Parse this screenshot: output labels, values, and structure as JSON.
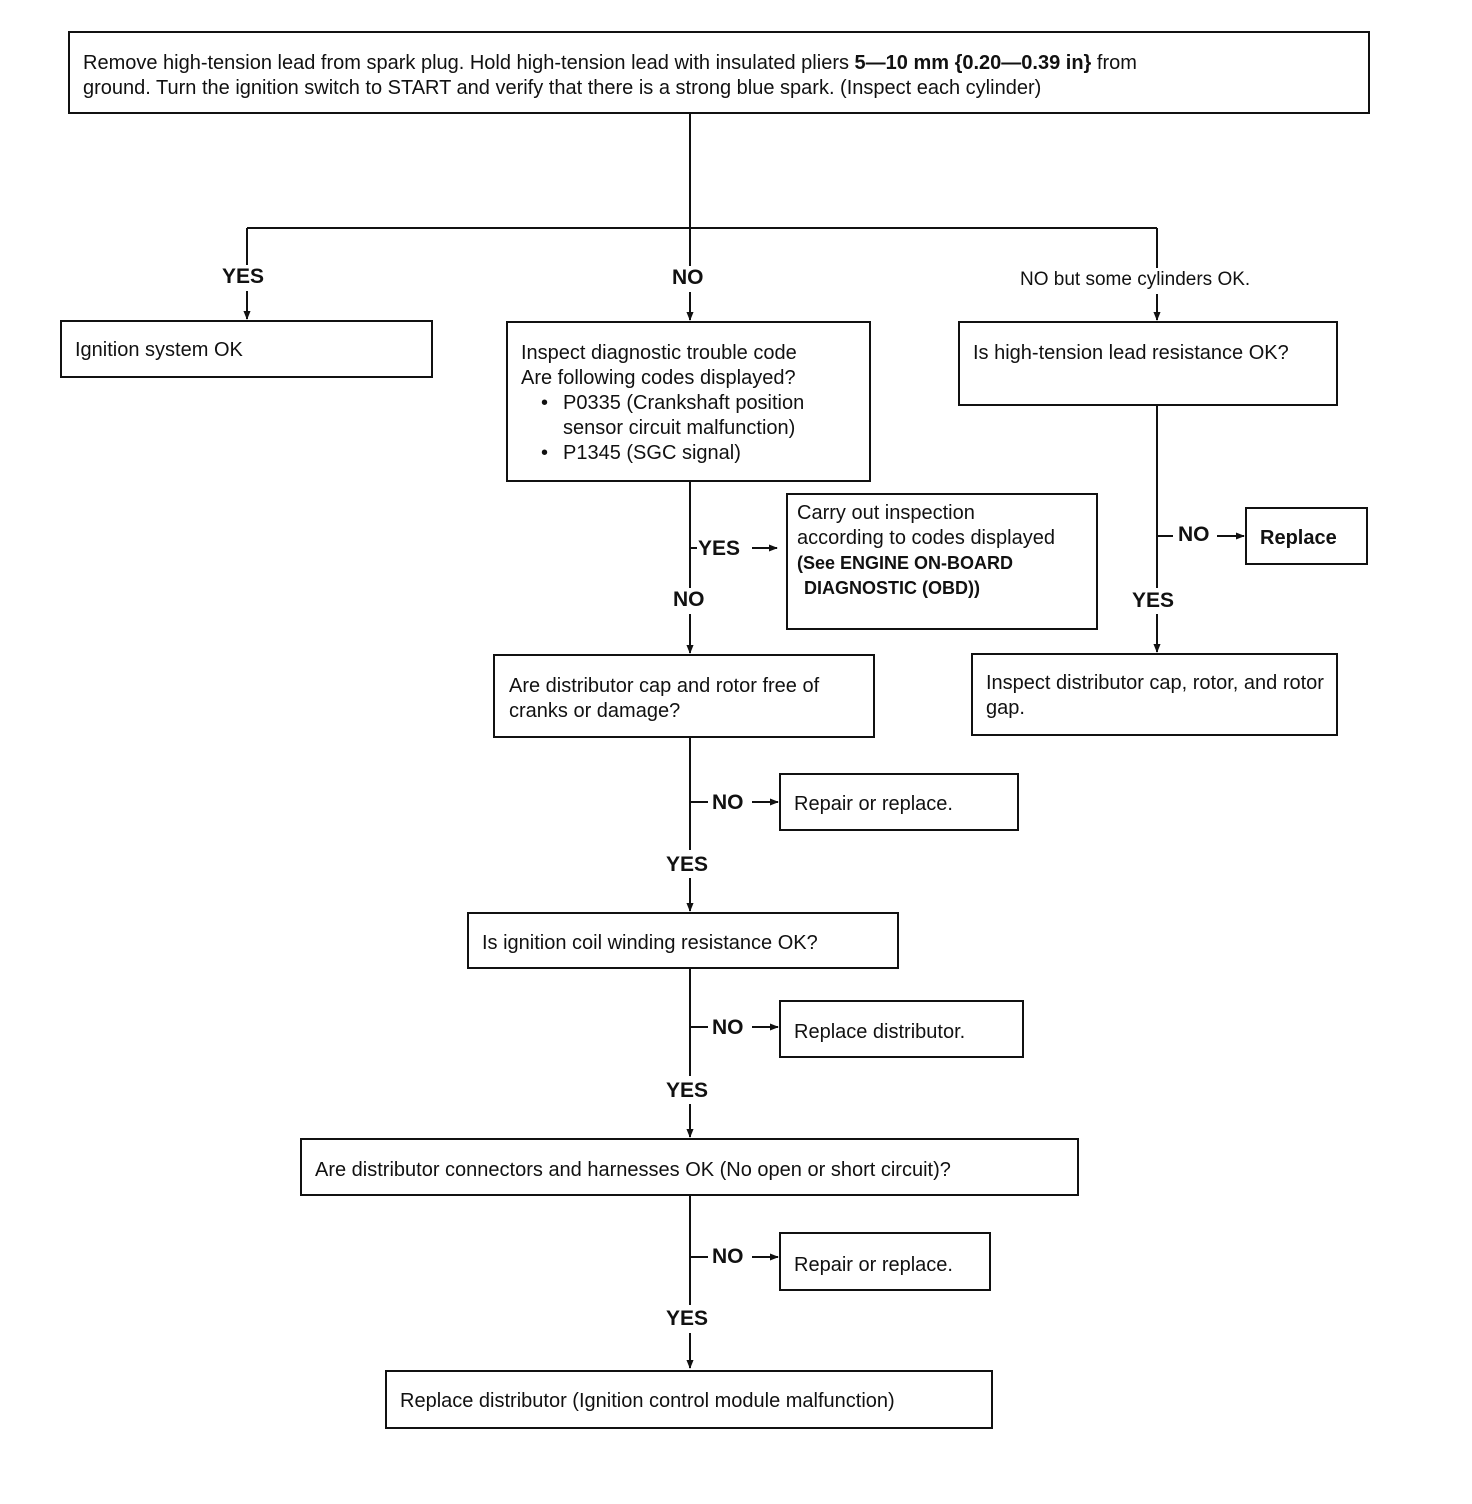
{
  "nodes": {
    "start": {
      "line1_a": "Remove high-tension lead from spark plug. Hold high-tension lead with insulated pliers ",
      "line1_b": "5—10 mm {0.20—0.39 in}",
      "line1_c": " from",
      "line2": "ground. Turn the ignition switch to START and verify that there is a strong blue spark. (Inspect each cylinder)"
    },
    "ignition_ok": "Ignition system OK",
    "dtc": {
      "line1": "Inspect diagnostic trouble code",
      "line2": "Are following codes displayed?",
      "codes": [
        {
          "bullet": "•",
          "text": "P0335 (Crankshaft position sensor circuit malfunction)"
        },
        {
          "bullet": "•",
          "text": "P1345 (SGC signal)"
        }
      ]
    },
    "carry_out": {
      "line1": "Carry out inspection",
      "line2": "according to codes displayed",
      "line3": "(See ENGINE ON-BOARD",
      "line4": "DIAGNOSTIC (OBD))"
    },
    "lead_resistance": "Is high-tension lead resistance OK?",
    "replace_lead": "Replace",
    "inspect_cap": "Inspect distributor cap, rotor, and rotor gap.",
    "cap_rotor": "Are distributor cap and rotor free of cranks or damage?",
    "repair1": "Repair or replace.",
    "coil": "Is ignition coil winding resistance OK?",
    "replace_dist": "Replace distributor.",
    "connectors": "Are distributor connectors and harnesses OK (No open or short circuit)?",
    "repair2": "Repair or replace.",
    "final": "Replace distributor (Ignition control module malfunction)"
  },
  "labels": {
    "yes": "YES",
    "no": "NO",
    "no_some": "NO but some cylinders OK."
  },
  "colors": {
    "ink": "#111111",
    "background": "#ffffff"
  }
}
